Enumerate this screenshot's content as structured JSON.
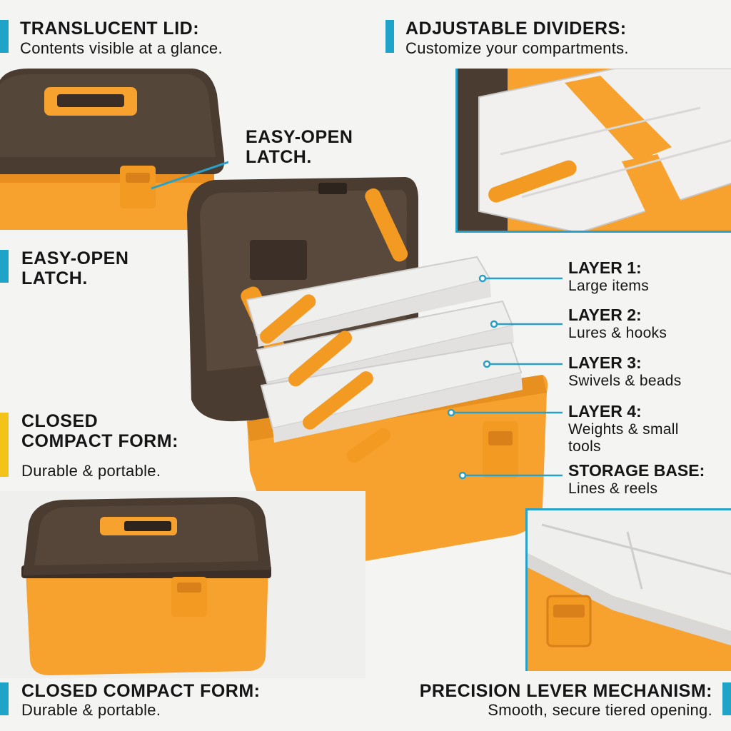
{
  "colors": {
    "accent_bar": "#1fa3c9",
    "accent_bar_yellow": "#f3c319",
    "box_orange": "#f7a12f",
    "lid_brown": "#4a3b30",
    "callout_line": "#29a0c7"
  },
  "sections": {
    "translucent_lid": {
      "title": "TRANSLUCENT LID:",
      "subtitle": "Contents visible at a glance."
    },
    "adjustable_dividers": {
      "title": "ADJUSTABLE DIVIDERS:",
      "subtitle": "Customize your compartments."
    },
    "easy_open_latch_callout": {
      "line1": "EASY-OPEN",
      "line2": "LATCH."
    },
    "easy_open_latch_left": {
      "line1": "EASY-OPEN",
      "line2": "LATCH."
    },
    "closed_compact_left": {
      "line1": "CLOSED",
      "line2": "COMPACT FORM:",
      "subtitle": "Durable & portable."
    },
    "closed_compact_bottom": {
      "title": "CLOSED COMPACT FORM:",
      "subtitle": "Durable & portable."
    },
    "precision_lever": {
      "title": "PRECISION LEVER MECHANISM:",
      "subtitle": "Smooth, secure tiered opening."
    }
  },
  "layers": [
    {
      "title": "LAYER 1:",
      "lines": [
        "Large items"
      ]
    },
    {
      "title": "LAYER 2:",
      "lines": [
        "Lures & hooks"
      ]
    },
    {
      "title": "LAYER 3:",
      "lines": [
        "Swivels & beads"
      ]
    },
    {
      "title": "LAYER 4:",
      "lines": [
        "Weights & small",
        "tools"
      ]
    },
    {
      "title": "STORAGE BASE:",
      "lines": [
        "Lines & reels"
      ]
    }
  ]
}
